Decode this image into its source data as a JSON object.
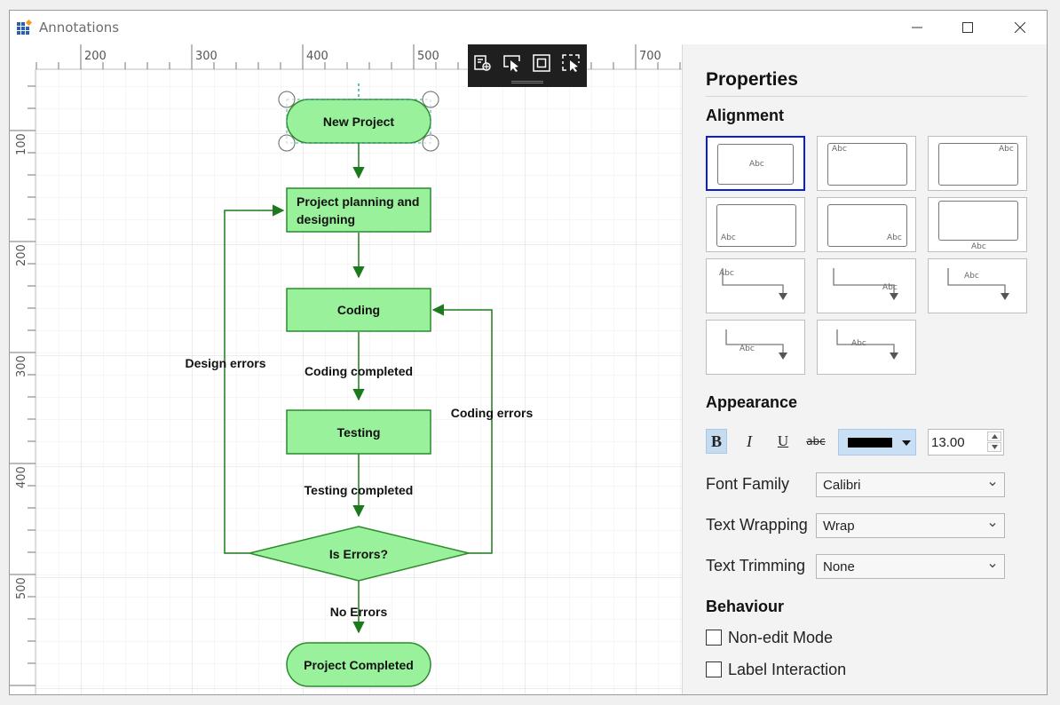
{
  "window": {
    "title": "Annotations"
  },
  "ruler": {
    "top_labels": [
      "200",
      "300",
      "400",
      "500",
      "700"
    ],
    "left_labels": [
      "100",
      "200",
      "300",
      "400",
      "500"
    ]
  },
  "diagram": {
    "nodes": {
      "new_project": "New Project",
      "planning_line1": "Project planning and",
      "planning_line2": "designing",
      "coding": "Coding",
      "testing": "Testing",
      "is_errors": "Is Errors?",
      "completed": "Project Completed"
    },
    "edges": {
      "design_errors": "Design errors",
      "coding_completed": "Coding completed",
      "coding_errors": "Coding errors",
      "testing_completed": "Testing completed",
      "no_errors": "No Errors"
    },
    "colors": {
      "node_fill": "#99f29b",
      "node_stroke": "#2d8a2d",
      "edge": "#1c7a1c"
    }
  },
  "toolbar": {
    "icons": [
      "zoom-selection-icon",
      "pointer-icon",
      "fit-to-page-icon",
      "select-area-icon"
    ]
  },
  "panel": {
    "title": "Properties",
    "alignment_title": "Alignment",
    "abc": "Abc",
    "appearance_title": "Appearance",
    "bold": "B",
    "italic": "I",
    "underline": "U",
    "strike": "abc",
    "font_color": "#000000",
    "font_size": "13.00",
    "font_family_label": "Font Family",
    "font_family_value": "Calibri",
    "text_wrapping_label": "Text Wrapping",
    "text_wrapping_value": "Wrap",
    "text_trimming_label": "Text Trimming",
    "text_trimming_value": "None",
    "behaviour_title": "Behaviour",
    "non_edit_mode": "Non-edit Mode",
    "label_interaction": "Label Interaction"
  }
}
